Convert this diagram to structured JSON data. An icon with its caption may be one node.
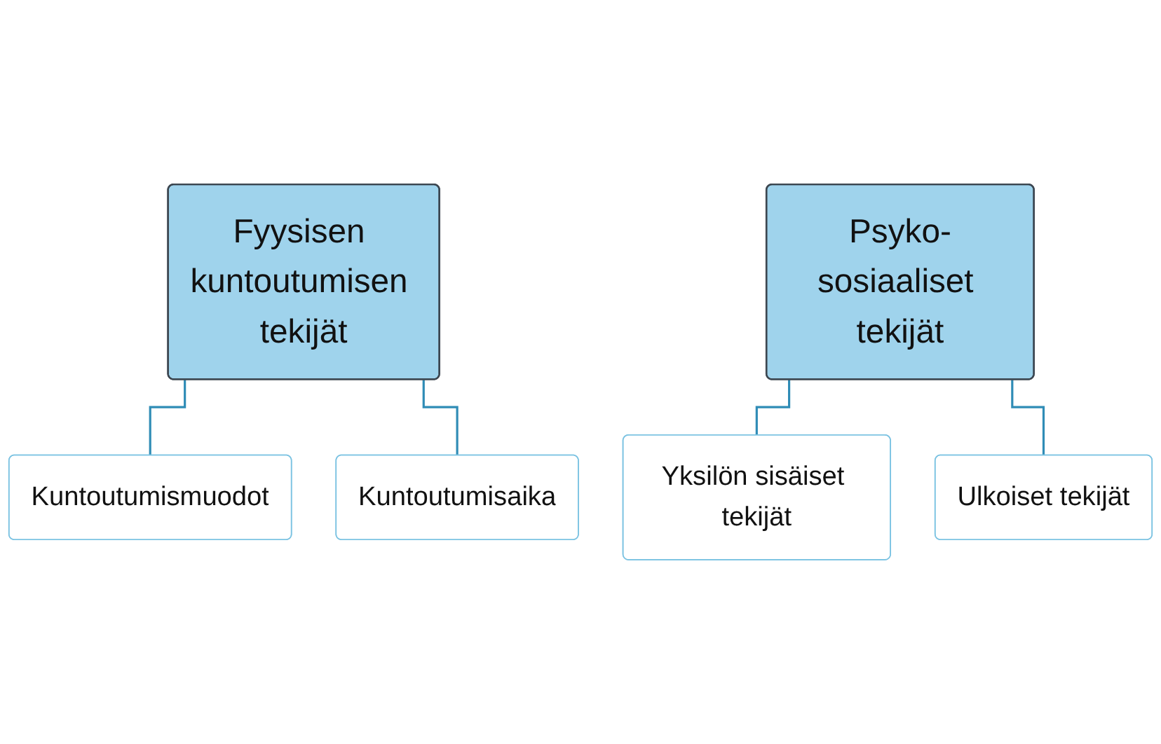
{
  "diagram": {
    "nodes": [
      {
        "text": [
          "Fyysisen kuntoutumisen tekijät"
        ]
      },
      {
        "text": [
          "Kuntoutumismuodot"
        ]
      },
      {
        "text": [
          "Kuntoutumisaika"
        ]
      },
      {
        "text": [
          "Psyko-sosiaaliset tekijät"
        ]
      },
      {
        "text": [
          "Yksilön sisäiset tekijät"
        ]
      },
      {
        "text": [
          "Ulkoiset tekijät"
        ]
      }
    ],
    "edges": [
      {
        "from": 0,
        "to": 1,
        "arrow": "none"
      },
      {
        "from": 0,
        "to": 2,
        "arrow": "none"
      },
      {
        "from": 3,
        "to": 4,
        "arrow": "none"
      },
      {
        "from": 3,
        "to": 5,
        "arrow": "none"
      }
    ]
  }
}
